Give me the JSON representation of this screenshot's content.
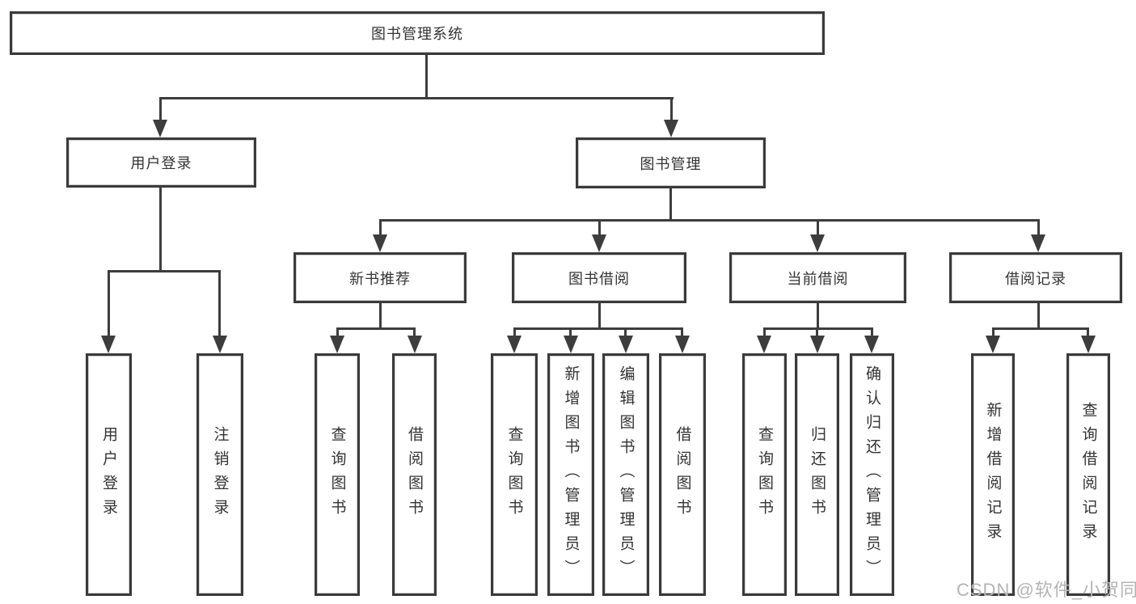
{
  "diagram": {
    "title": "图书管理系统",
    "level2": {
      "user_login": "用户登录",
      "book_management": "图书管理"
    },
    "level3": {
      "new_book_recommend": "新书推荐",
      "book_borrow": "图书借阅",
      "current_borrow": "当前借阅",
      "borrow_records": "借阅记录"
    },
    "leaves": {
      "user": [
        "用户登录",
        "注销登录"
      ],
      "recommend": [
        "查询图书",
        "借阅图书"
      ],
      "borrow": [
        "查询图书",
        "新增图书（管理员）",
        "编辑图书（管理员）",
        "借阅图书"
      ],
      "current": [
        "查询图书",
        "归还图书",
        "确认归还（管理员）"
      ],
      "records": [
        "新增借阅记录",
        "查询借阅记录"
      ]
    },
    "colors": {
      "line": "#3d3d3d",
      "box_border": "#3a3a3a",
      "text": "#333333",
      "watermark": "#b4b4b4"
    }
  },
  "watermark": {
    "text": "CSDN @软件_小贺同学"
  }
}
